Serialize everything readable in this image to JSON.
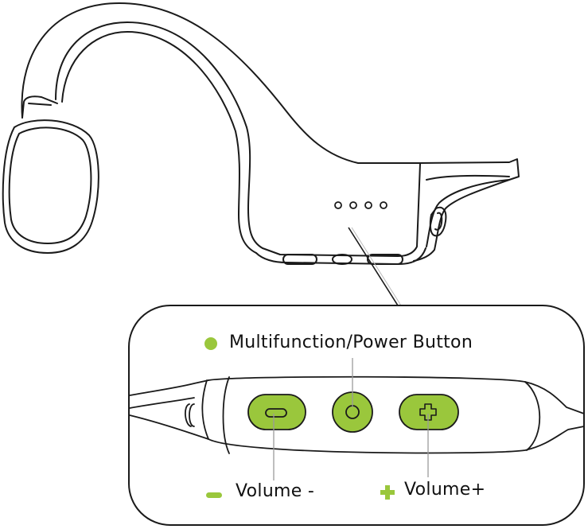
{
  "labels": {
    "multifunction": "Multifunction/Power Button",
    "volume_down": "Volume -",
    "volume_up": "Volume+"
  },
  "colors": {
    "accent": "#9ac73c",
    "line": "#1a1a1a",
    "leader": "#9a9a9a"
  },
  "icons": {
    "multifunction_marker": "dot-icon",
    "volume_down_marker": "minus-icon",
    "volume_up_marker": "plus-icon"
  }
}
